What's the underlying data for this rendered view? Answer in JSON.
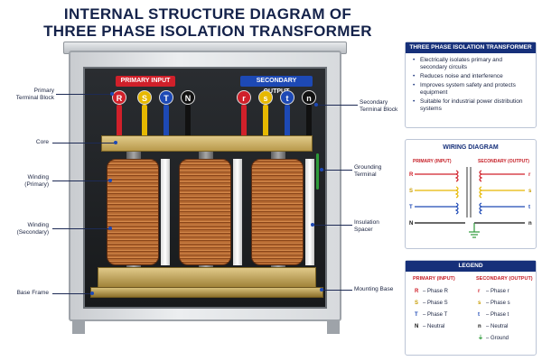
{
  "title": {
    "line1": "INTERNAL STRUCTURE DIAGRAM OF",
    "line2": "THREE PHASE ISOLATION TRANSFORMER"
  },
  "enclosure": {
    "primary_input_label": "PRIMARY INPUT",
    "secondary_output_label": "SECONDARY OUTPUT",
    "primary_terminals": [
      "R",
      "S",
      "T",
      "N"
    ],
    "secondary_terminals": [
      "r",
      "s",
      "t",
      "n"
    ]
  },
  "callouts_left": {
    "primary_terminal_block": "Primary\nTerminal Block",
    "core": "Core",
    "winding_primary": "Winding\n(Primary)",
    "winding_secondary": "Winding\n(Secondary)",
    "base_frame": "Base Frame"
  },
  "callouts_right": {
    "secondary_terminal_block": "Secondary\nTerminal Block",
    "grounding_terminal": "Grounding\nTerminal",
    "insulation_spacer": "Insulation\nSpacer",
    "mounting_base": "Mounting Base"
  },
  "info_panel": {
    "title": "THREE PHASE ISOLATION TRANSFORMER",
    "items": [
      "Electrically isolates primary and secondary circuits",
      "Reduces noise and interference",
      "Improves system safety and protects equipment",
      "Suitable for industrial power distribution systems"
    ]
  },
  "wiring_diagram": {
    "title": "WIRING DIAGRAM",
    "primary_head": "PRIMARY (INPUT)",
    "secondary_head": "SECONDARY (OUTPUT)",
    "primary_rows": [
      "R",
      "S",
      "T",
      "N"
    ],
    "secondary_rows": [
      "r",
      "s",
      "t",
      "n"
    ]
  },
  "legend": {
    "title": "LEGEND",
    "primary_head": "PRIMARY (INPUT)",
    "secondary_head": "SECONDARY (OUTPUT)",
    "primary": [
      {
        "sym": "R",
        "text": "– Phase R"
      },
      {
        "sym": "S",
        "text": "– Phase S"
      },
      {
        "sym": "T",
        "text": "– Phase T"
      },
      {
        "sym": "N",
        "text": "– Neutral"
      }
    ],
    "secondary": [
      {
        "sym": "r",
        "text": "– Phase r"
      },
      {
        "sym": "s",
        "text": "– Phase s"
      },
      {
        "sym": "t",
        "text": "– Phase t"
      },
      {
        "sym": "n",
        "text": "– Neutral"
      },
      {
        "sym": "⏚",
        "text": "– Ground"
      }
    ]
  },
  "colors": {
    "phase_r": "#d0202a",
    "phase_s": "#e6b800",
    "phase_t": "#1d49b5",
    "neutral": "#111111",
    "ground": "#2e9b3a",
    "navy": "#16307a"
  }
}
